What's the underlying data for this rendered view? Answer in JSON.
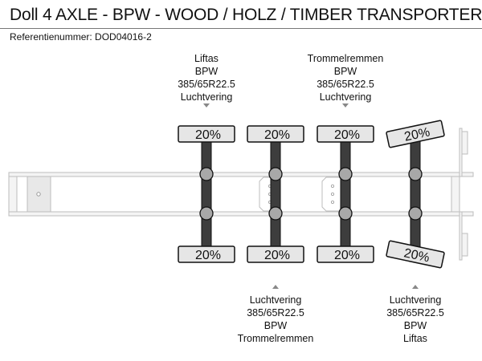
{
  "title": "Doll 4 AXLE - BPW - WOOD / HOLZ / TIMBER TRANSPORTER",
  "reference": "Referentienummer: DOD04016-2",
  "colors": {
    "axle": "#3d3d3d",
    "tire": "#e6e6e6",
    "frame": "#c8c8c8",
    "hub": "#a8a8a8"
  },
  "axles": [
    {
      "top_tire": "20%",
      "bottom_tire": "20%",
      "steering": false
    },
    {
      "top_tire": "20%",
      "bottom_tire": "20%",
      "steering": false
    },
    {
      "top_tire": "20%",
      "bottom_tire": "20%",
      "steering": false
    },
    {
      "top_tire": "20%",
      "bottom_tire": "20%",
      "steering": true
    }
  ],
  "labels": [
    {
      "axle": 1,
      "side": "top",
      "lines": [
        "Liftas",
        "BPW",
        "385/65R22.5",
        "Luchtvering"
      ]
    },
    {
      "axle": 3,
      "side": "top",
      "lines": [
        "Trommelremmen",
        "BPW",
        "385/65R22.5",
        "Luchtvering"
      ]
    },
    {
      "axle": 2,
      "side": "bottom",
      "lines": [
        "Luchtvering",
        "385/65R22.5",
        "BPW",
        "Trommelremmen"
      ]
    },
    {
      "axle": 4,
      "side": "bottom",
      "lines": [
        "Luchtvering",
        "385/65R22.5",
        "BPW",
        "Liftas"
      ]
    }
  ]
}
